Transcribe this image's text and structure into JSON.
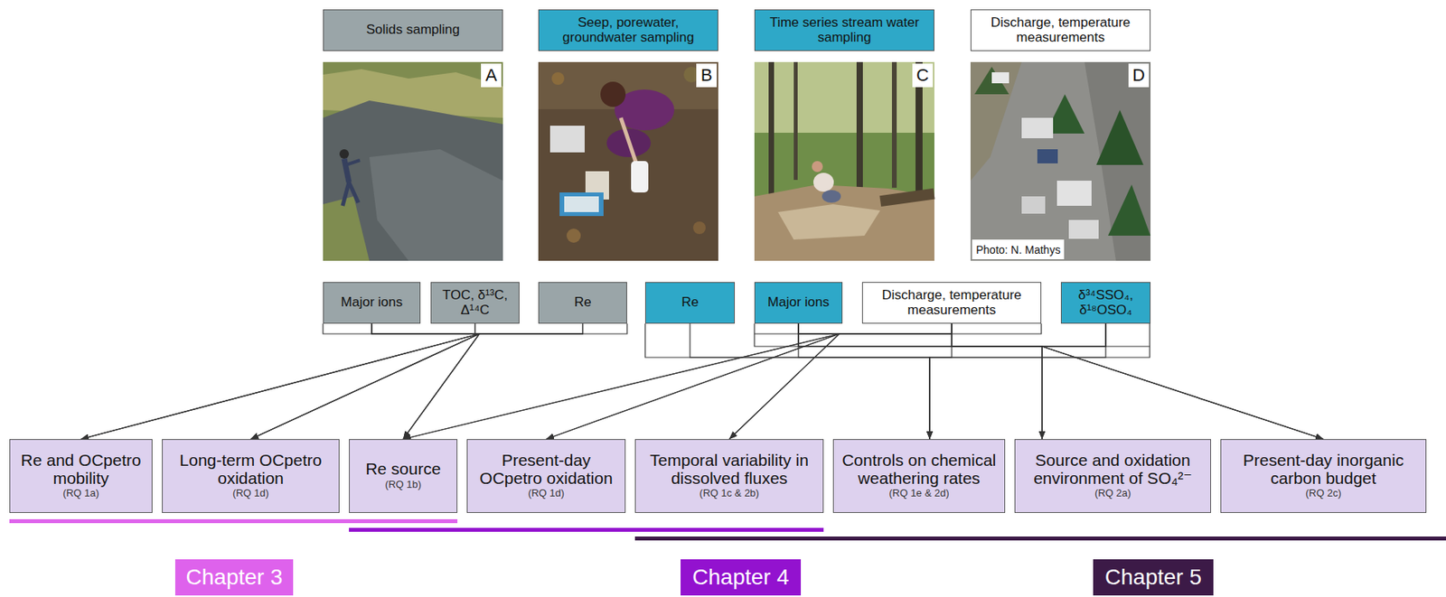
{
  "diagram": {
    "nodes": [
      {
        "text": [
          "Solids sampling"
        ]
      },
      {
        "text": [
          "Seep, porewater, groundwater sampling"
        ]
      },
      {
        "text": [
          "Time series stream water sampling"
        ]
      },
      {
        "text": [
          "Discharge, temperature measurements"
        ]
      },
      {
        "text": [
          "Major ions"
        ]
      },
      {
        "text": [
          "TOC, δ¹³C, Δ¹⁴C"
        ]
      },
      {
        "text": [
          "Re"
        ]
      },
      {
        "text": [
          "Re"
        ]
      },
      {
        "text": [
          "Major ions"
        ]
      },
      {
        "text": [
          "Discharge, temperature measurements"
        ]
      },
      {
        "text": [
          "δ³⁴SSO₄, δ¹⁸OSO₄"
        ]
      },
      {
        "text": [
          "Re and OCpetro mobility",
          "(RQ 1a)"
        ]
      },
      {
        "text": [
          "Long-term OCpetro oxidation",
          "(RQ 1d)"
        ]
      },
      {
        "text": [
          "Re source",
          "(RQ 1b)"
        ]
      },
      {
        "text": [
          "Present-day OCpetro oxidation",
          "(RQ 1d)"
        ]
      },
      {
        "text": [
          "Temporal variability in dissolved fluxes",
          "(RQ 1c & 2b)"
        ]
      },
      {
        "text": [
          "Controls on chemical weathering rates",
          "(RQ 1e & 2d)"
        ]
      },
      {
        "text": [
          "Source and oxidation environment of SO₄²⁻",
          "(RQ 2a)"
        ]
      },
      {
        "text": [
          "Present-day inorganic carbon budget",
          "(RQ 2c)"
        ]
      },
      {
        "text": [
          "Chapter 3"
        ]
      },
      {
        "text": [
          "Chapter 4"
        ]
      },
      {
        "text": [
          "Chapter 5"
        ]
      }
    ],
    "edges": [
      {
        "from": 4,
        "to": 11,
        "arrow": "to"
      },
      {
        "from": 4,
        "to": 12,
        "arrow": "to"
      },
      {
        "from": 4,
        "to": 13,
        "arrow": "to"
      },
      {
        "from": 5,
        "to": 11,
        "arrow": "to"
      },
      {
        "from": 5,
        "to": 12,
        "arrow": "to"
      },
      {
        "from": 5,
        "to": 13,
        "arrow": "to"
      },
      {
        "from": 6,
        "to": 11,
        "arrow": "to"
      },
      {
        "from": 6,
        "to": 12,
        "arrow": "to"
      },
      {
        "from": 6,
        "to": 13,
        "arrow": "to"
      },
      {
        "from": 8,
        "to": 13,
        "arrow": "to"
      },
      {
        "from": 8,
        "to": 14,
        "arrow": "to"
      },
      {
        "from": 8,
        "to": 15,
        "arrow": "to"
      },
      {
        "from": 9,
        "to": 13,
        "arrow": "to"
      },
      {
        "from": 9,
        "to": 14,
        "arrow": "to"
      },
      {
        "from": 9,
        "to": 15,
        "arrow": "to"
      },
      {
        "from": 7,
        "to": 16,
        "arrow": "to"
      },
      {
        "from": 8,
        "to": 16,
        "arrow": "to"
      },
      {
        "from": 9,
        "to": 16,
        "arrow": "to"
      },
      {
        "from": 10,
        "to": 16,
        "arrow": "to"
      },
      {
        "from": 8,
        "to": 17,
        "arrow": "to"
      },
      {
        "from": 8,
        "to": 18,
        "arrow": "to"
      },
      {
        "from": 9,
        "to": 17,
        "arrow": "to"
      },
      {
        "from": 9,
        "to": 18,
        "arrow": "to"
      },
      {
        "from": 10,
        "to": 17,
        "arrow": "to"
      },
      {
        "from": 10,
        "to": 18,
        "arrow": "to"
      }
    ],
    "labels": [
      "A",
      "B",
      "C",
      "D",
      "Photo: N. Mathys"
    ]
  }
}
